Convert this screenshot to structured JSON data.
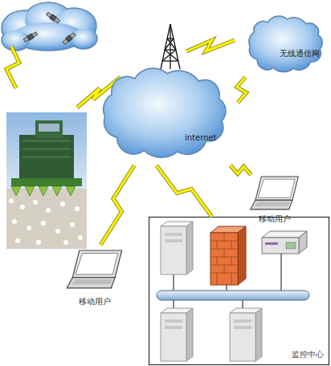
{
  "diagram": {
    "nodes": [
      {
        "text": [
          "无线通信网"
        ]
      },
      {
        "text": [
          "internet"
        ]
      },
      {
        "text": [
          "移动用户"
        ]
      },
      {
        "text": [
          "移动用户"
        ]
      },
      {
        "text": [
          "监控中心"
        ]
      }
    ],
    "edges": [
      {
        "from": 0,
        "to": 1,
        "arrow": "none"
      },
      {
        "from": 1,
        "to": 2,
        "arrow": "none"
      },
      {
        "from": 1,
        "to": 3,
        "arrow": "none"
      },
      {
        "from": 1,
        "to": 4,
        "arrow": "none"
      }
    ]
  }
}
